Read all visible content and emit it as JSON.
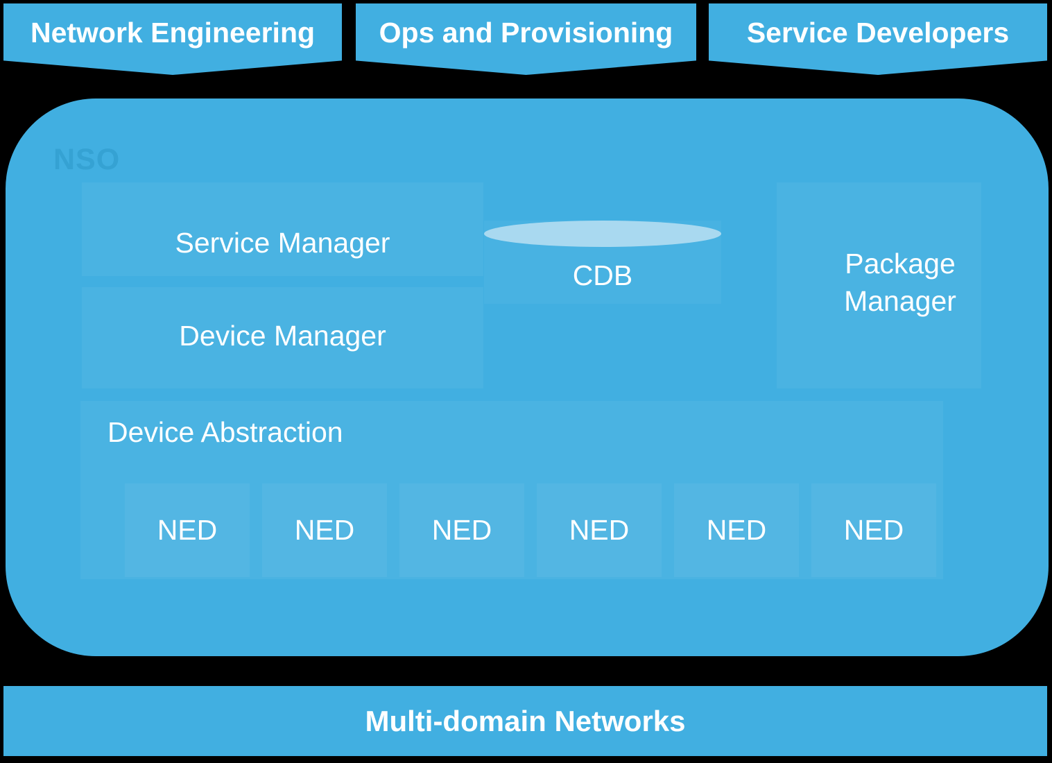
{
  "colors": {
    "background": "#000000",
    "primary_blue": "#41AFE1",
    "cdb_ellipse_blue": "#A9D9F0",
    "text_white": "#FFFFFF",
    "nso_watermark_blue": "#35A2D3"
  },
  "banners": [
    {
      "label": "Network Engineering"
    },
    {
      "label": "Ops and Provisioning"
    },
    {
      "label": "Service Developers"
    }
  ],
  "nso": {
    "label": "NSO",
    "service_manager": "Service Manager",
    "cdb": "CDB",
    "package_manager": "Package Manager",
    "device_manager": "Device Manager",
    "device_abstraction": "Device Abstraction",
    "neds": [
      "NED",
      "NED",
      "NED",
      "NED",
      "NED",
      "NED"
    ]
  },
  "footer": {
    "label": "Multi-domain Networks"
  }
}
